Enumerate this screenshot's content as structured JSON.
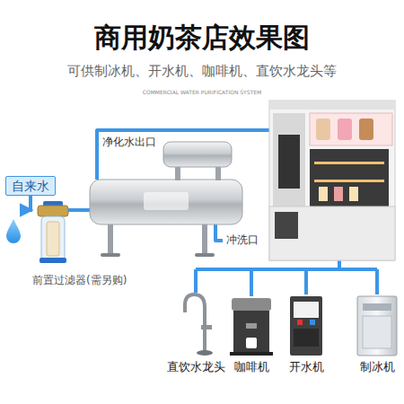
{
  "diagram": {
    "title": "商用奶茶店效果图",
    "nodes": [
      {
        "text": [
          "自来水"
        ]
      },
      {
        "text": [
          "前置过滤器(需另购)"
        ]
      },
      {
        "text": [
          "直饮水龙头"
        ]
      },
      {
        "text": [
          "咖啡机"
        ]
      },
      {
        "text": [
          "开水机"
        ]
      },
      {
        "text": [
          "制冰机"
        ]
      }
    ],
    "edges": [
      {
        "from": 0,
        "to": 1,
        "arrow": "to"
      }
    ],
    "labels": [
      "可供制冰机、开水机、咖啡机、直饮水龙头等",
      "COMMERCIAL WATER PURIFICATION SYSTEM",
      "净化水出口",
      "冲洗口"
    ]
  }
}
